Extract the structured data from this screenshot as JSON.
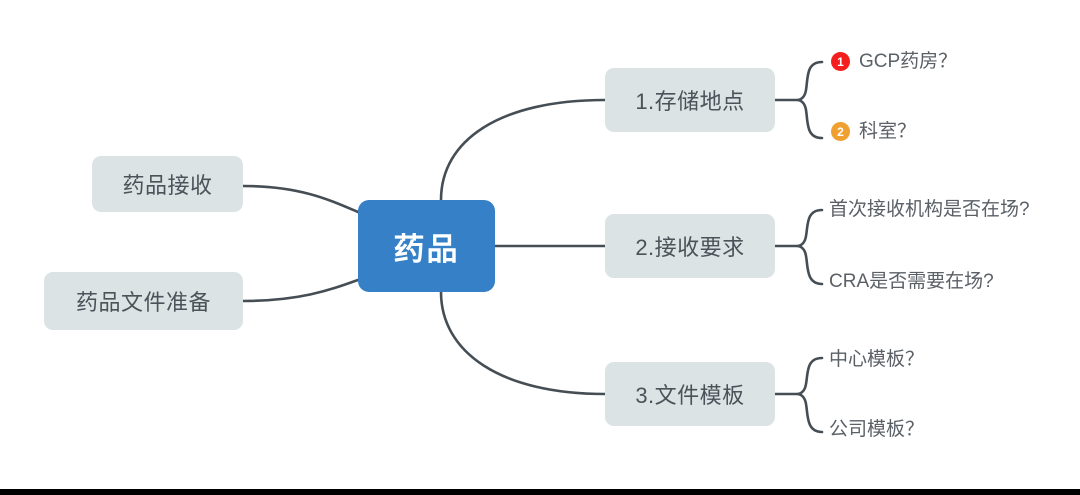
{
  "diagram": {
    "type": "mind-map",
    "center": {
      "label": "药品"
    },
    "left_nodes": [
      {
        "label": "药品接收"
      },
      {
        "label": "药品文件准备"
      }
    ],
    "branches": [
      {
        "label": "1.存储地点",
        "leaves": [
          {
            "badge": "1",
            "badge_color": "#f51e1e",
            "label": "GCP药房？"
          },
          {
            "badge": "2",
            "badge_color": "#f0a030",
            "label": "科室？"
          }
        ]
      },
      {
        "label": "2.接收要求",
        "leaves": [
          {
            "badge": "",
            "label": "首次接收机构是否在场?"
          },
          {
            "badge": "",
            "label": "CRA是否需要在场?"
          }
        ]
      },
      {
        "label": "3.文件模板",
        "leaves": [
          {
            "badge": "",
            "label": "中心模板？"
          },
          {
            "badge": "",
            "label": "公司模板？"
          }
        ]
      }
    ],
    "colors": {
      "center_fill": "#3580c6",
      "node_fill": "#dce3e4",
      "node_text": "#4a5359",
      "leaf_text": "#5a6066",
      "connector": "#454e55",
      "badge_red": "#f51e1e",
      "badge_orange": "#f0a030",
      "background": "#ffffff",
      "bottom_rule": "#000000"
    }
  }
}
